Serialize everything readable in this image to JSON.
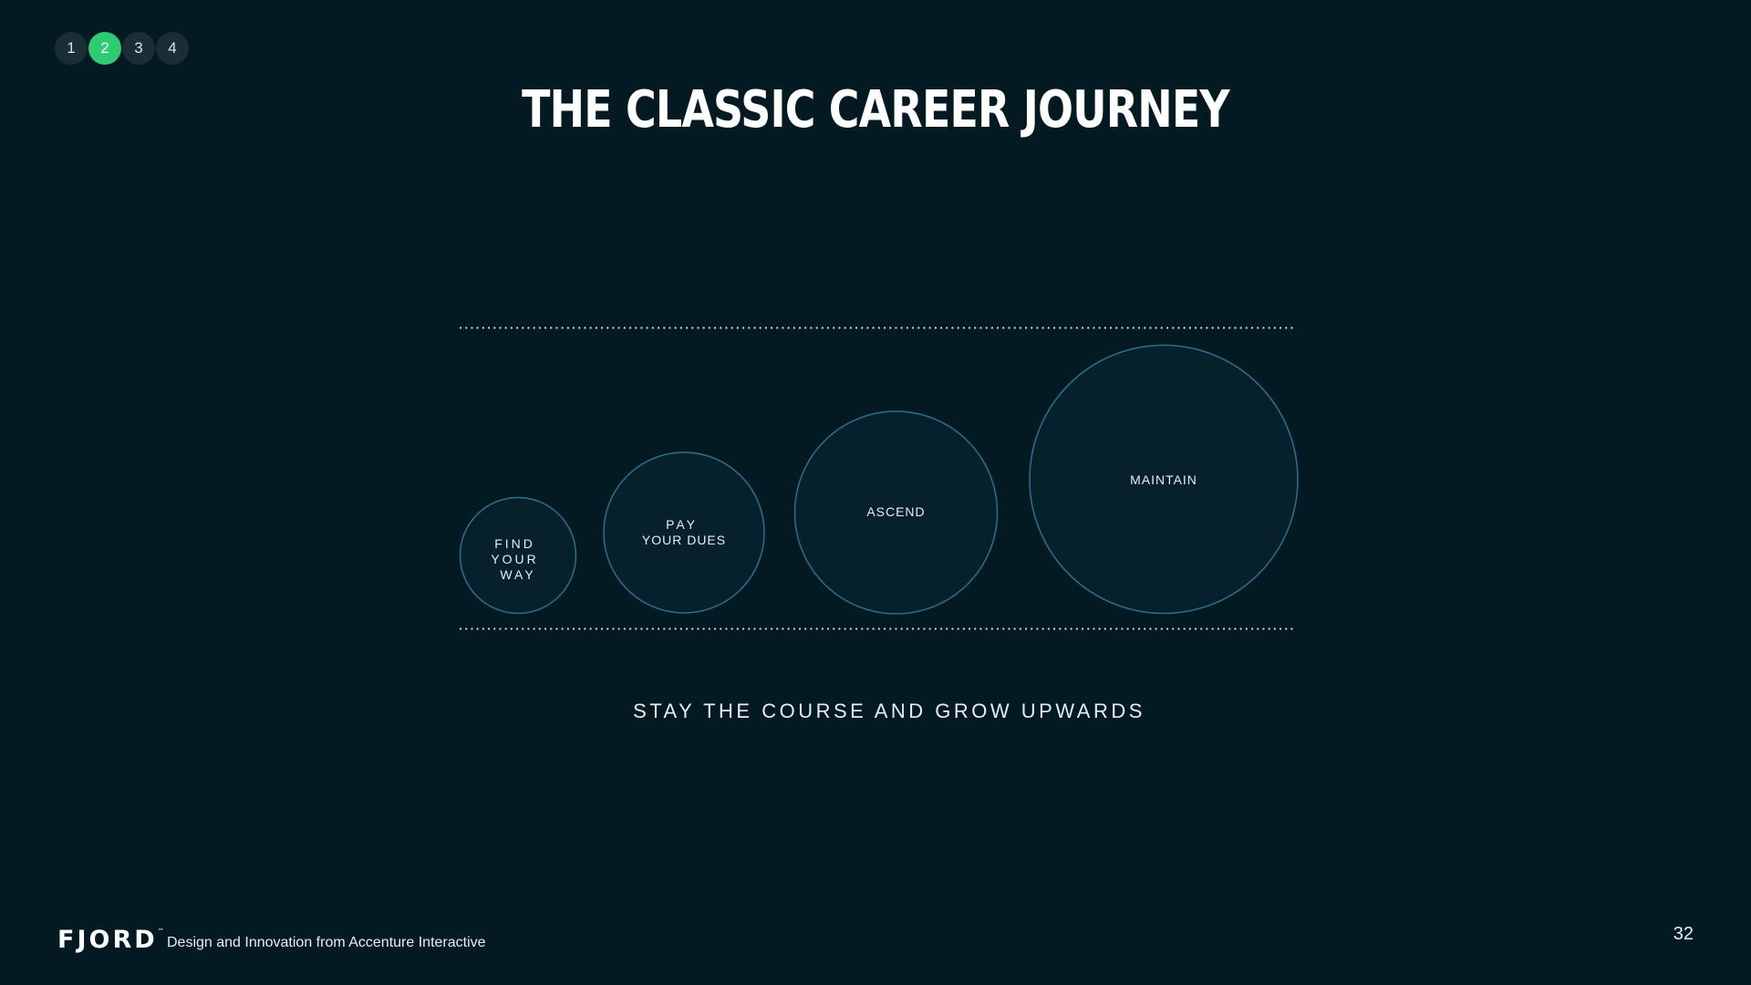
{
  "pager": {
    "pages": [
      "1",
      "2",
      "3",
      "4"
    ],
    "active": "2",
    "active_color": "#2ecc71"
  },
  "title": "THE CLASSIC CAREER JOURNEY",
  "stages": [
    {
      "lines": [
        "FIND",
        "YOUR",
        "WAY"
      ]
    },
    {
      "lines": [
        "PAY",
        "YOUR DUES"
      ]
    },
    {
      "lines": [
        "ASCEND"
      ]
    },
    {
      "lines": [
        "MAINTAIN"
      ]
    }
  ],
  "tagline": "STAY THE COURSE AND GROW UPWARDS",
  "footer": {
    "brand": "FJORD",
    "brand_mark": "™",
    "description": "Design and Innovation from Accenture Interactive",
    "page_number": "32"
  },
  "colors": {
    "background": "#031a23",
    "circle_stroke": "#2a7190",
    "circle_fill": "#06202c",
    "dotted_line": "#cfd8dc"
  }
}
